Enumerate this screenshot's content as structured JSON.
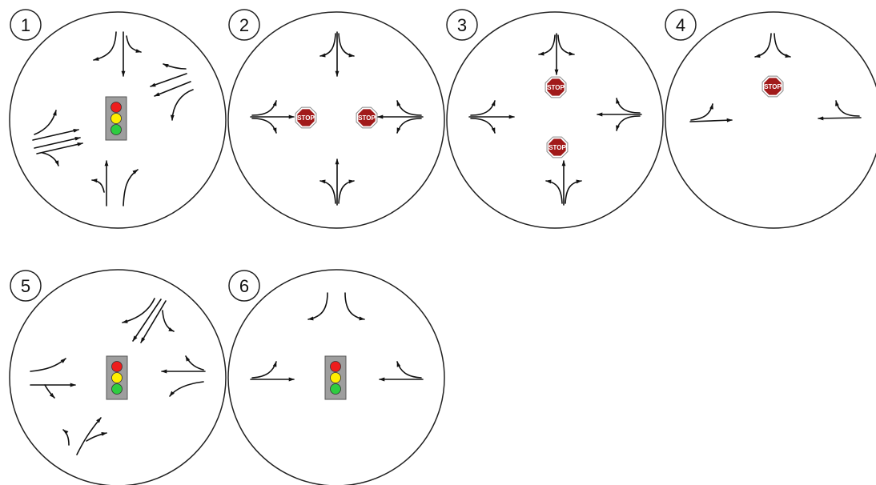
{
  "colors": {
    "stop_sign_fill": "#a11a1a",
    "stop_sign_border": "#f2f2f2",
    "signal_housing": "#9e9e9e",
    "signal_red": "#ee1c1c",
    "signal_yellow": "#ffee00",
    "signal_green": "#2ecc40",
    "line": "#111111"
  },
  "stop_label": "STOP",
  "panels": [
    {
      "number": "1",
      "control": "traffic-signal",
      "approaches": [
        "north",
        "south",
        "east",
        "west"
      ],
      "movements": {
        "north": [
          "left",
          "through"
        ],
        "south": [
          "left",
          "through"
        ],
        "east": [
          "through",
          "through",
          "right"
        ],
        "west": [
          "left",
          "through",
          "through",
          "right"
        ]
      }
    },
    {
      "number": "2",
      "control": "two-way-stop",
      "approaches": [
        "north",
        "south",
        "east",
        "west"
      ],
      "stop_on": [
        "east",
        "west"
      ],
      "movements": {
        "north": [
          "left",
          "through",
          "right"
        ],
        "south": [
          "left",
          "through",
          "right"
        ],
        "east": [
          "left",
          "through",
          "right"
        ],
        "west": [
          "left",
          "through",
          "right"
        ]
      }
    },
    {
      "number": "3",
      "control": "two-way-stop",
      "approaches": [
        "north",
        "south",
        "east",
        "west"
      ],
      "stop_on": [
        "north",
        "south"
      ],
      "movements": {
        "north": [
          "left",
          "through",
          "right"
        ],
        "south": [
          "left",
          "through",
          "right"
        ],
        "east": [
          "left",
          "through",
          "right"
        ],
        "west": [
          "left",
          "through",
          "right"
        ]
      }
    },
    {
      "number": "4",
      "control": "stop-on-minor",
      "approaches": [
        "north",
        "east",
        "west"
      ],
      "stop_on": [
        "north"
      ],
      "movements": {
        "north": [
          "left",
          "right"
        ],
        "east": [
          "through",
          "right"
        ],
        "west": [
          "left",
          "through"
        ]
      }
    },
    {
      "number": "5",
      "control": "traffic-signal",
      "approaches": [
        "northeast",
        "southwest",
        "east",
        "west"
      ],
      "movements": {
        "northeast": [
          "right",
          "through",
          "through",
          "left"
        ],
        "southwest": [
          "right",
          "through"
        ],
        "east": [
          "through",
          "right"
        ],
        "west": [
          "left",
          "through"
        ]
      }
    },
    {
      "number": "6",
      "control": "traffic-signal",
      "approaches": [
        "north",
        "east",
        "west"
      ],
      "movements": {
        "north": [
          "left",
          "right"
        ],
        "east": [
          "through",
          "right"
        ],
        "west": [
          "left",
          "through"
        ]
      }
    }
  ]
}
